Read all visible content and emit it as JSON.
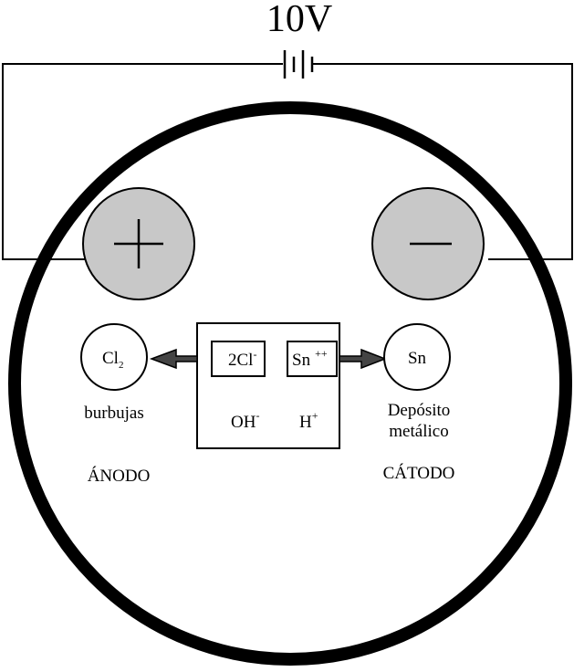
{
  "voltage": "10V",
  "anode": {
    "electrode_sign": "+",
    "electrode_color": "#c8c8c8",
    "product_base": "Cl",
    "product_sub": "2",
    "product_note": "burbujas",
    "label": "ÁNODO"
  },
  "cathode": {
    "electrode_sign": "−",
    "electrode_color": "#c8c8c8",
    "product": "Sn",
    "product_note_line1": "Depósito",
    "product_note_line2": "metálico",
    "label": "CÁTODO"
  },
  "solution": {
    "anion_base": "2Cl",
    "anion_charge": "-",
    "cation_base": "Sn",
    "cation_charge": "++",
    "hydroxide_base": "OH",
    "hydroxide_charge": "-",
    "proton_base": "H",
    "proton_charge": "+"
  },
  "colors": {
    "stroke": "#000000",
    "arrow_fill": "#444444"
  }
}
